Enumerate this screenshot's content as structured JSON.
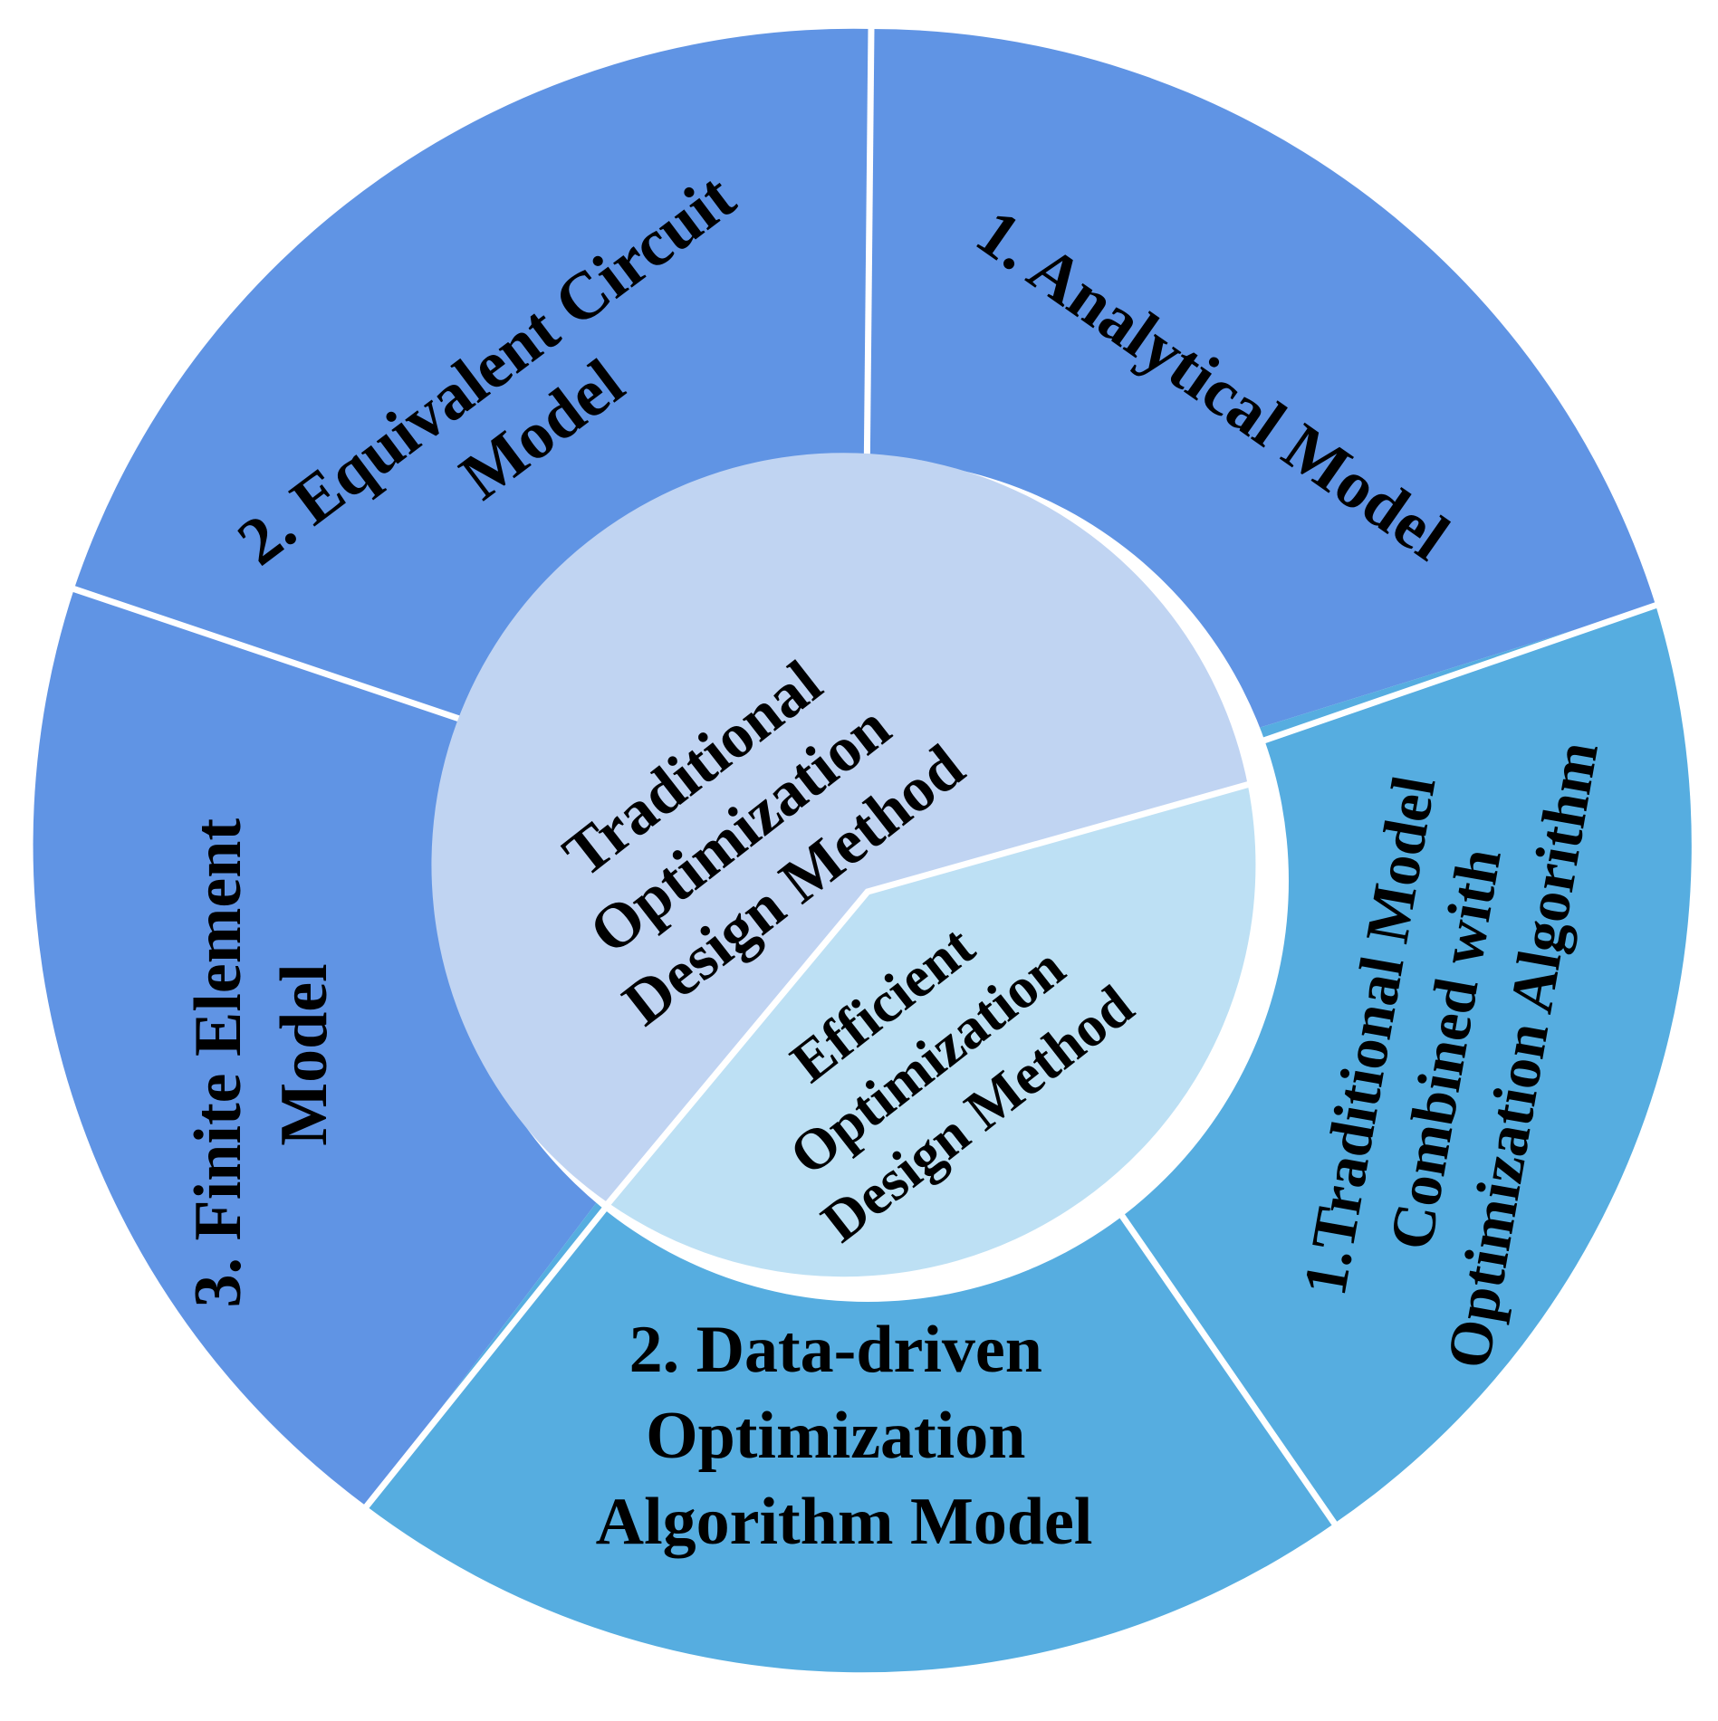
{
  "colors": {
    "background": "#ffffff",
    "outer_traditional": "#6094e4",
    "outer_efficient": "#56ade0",
    "inner_traditional": "#c0d4f2",
    "inner_efficient": "#bde0f4",
    "separator": "#ffffff",
    "text": "#000000"
  },
  "center": {
    "traditional": {
      "title": "Traditional Optimization Design Method",
      "lines": [
        "Traditional",
        "Optimization",
        "Design Method"
      ]
    },
    "efficient": {
      "title": "Efficient Optimization Design Method",
      "lines": [
        "Efficient",
        "Optimization",
        "Design Method"
      ]
    }
  },
  "traditional_models": [
    {
      "label": "1. Analytical Model",
      "lines": [
        "1. Analytical Model"
      ]
    },
    {
      "label": "2. Equivalent Circuit Model",
      "lines": [
        "2. Equivalent Circuit",
        "Model"
      ]
    },
    {
      "label": "3. Finite Element Model",
      "lines": [
        "3. Finite Element",
        "Model"
      ]
    }
  ],
  "efficient_models": [
    {
      "label": "1.Traditional Model Combined with Optimization Algorithm",
      "lines": [
        "1.Traditional Model",
        "Combined with",
        "Optimization Algorithm"
      ]
    },
    {
      "label": "2. Data-driven Optimization Algorithm Model",
      "lines": [
        "2. Data-driven",
        "Optimization",
        "Algorithm Model"
      ]
    }
  ]
}
